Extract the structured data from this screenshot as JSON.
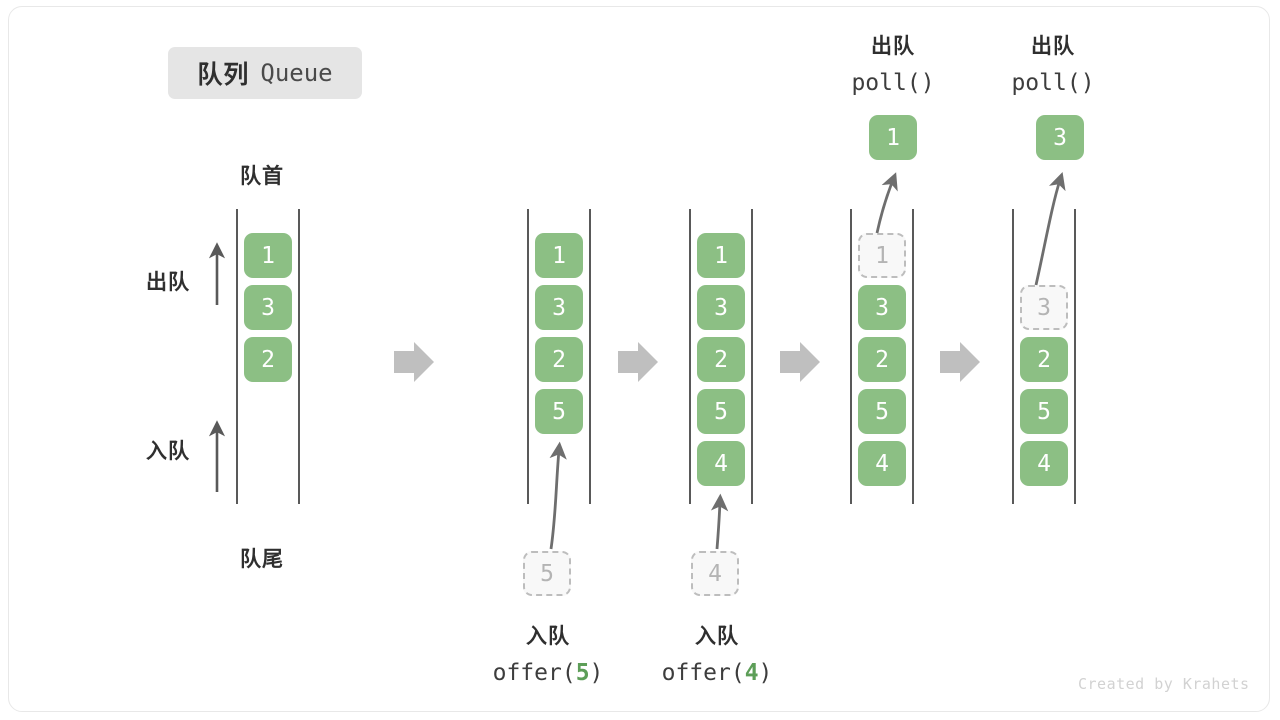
{
  "title": {
    "cn": "队列",
    "en": "Queue"
  },
  "labels": {
    "front": "队首",
    "rear": "队尾",
    "dequeue": "出队",
    "enqueue": "入队"
  },
  "colors": {
    "cell_fill": "#8cbf84",
    "cell_text": "#ffffff",
    "ghost_fill": "#f8f8f8",
    "ghost_border": "#bdbdbd",
    "ghost_text": "#b4b4b4",
    "rail": "#595959",
    "arrow": "#bfbfbf",
    "accent_green": "#5d9e58",
    "badge_bg": "#e5e5e5",
    "text": "#2f2f2f"
  },
  "columns": [
    {
      "name": "initial",
      "cells": [
        "1",
        "3",
        "2"
      ]
    },
    {
      "name": "after-offer-5",
      "cells": [
        "1",
        "3",
        "2",
        "5"
      ]
    },
    {
      "name": "after-offer-4",
      "cells": [
        "1",
        "3",
        "2",
        "5",
        "4"
      ]
    },
    {
      "name": "poll-first",
      "ghost_top": "1",
      "cells": [
        "3",
        "2",
        "5",
        "4"
      ]
    },
    {
      "name": "poll-second",
      "ghost_second": "3",
      "cells": [
        "2",
        "5",
        "4"
      ]
    }
  ],
  "operations": {
    "offer5": {
      "cn": "入队",
      "fn": "offer(",
      "arg": "5",
      "close": ")",
      "ghost": "5"
    },
    "offer4": {
      "cn": "入队",
      "fn": "offer(",
      "arg": "4",
      "close": ")",
      "ghost": "4"
    },
    "poll1": {
      "cn": "出队",
      "fn": "poll()",
      "result": "1"
    },
    "poll3": {
      "cn": "出队",
      "fn": "poll()",
      "result": "3"
    }
  },
  "credit": "Created by Krahets"
}
